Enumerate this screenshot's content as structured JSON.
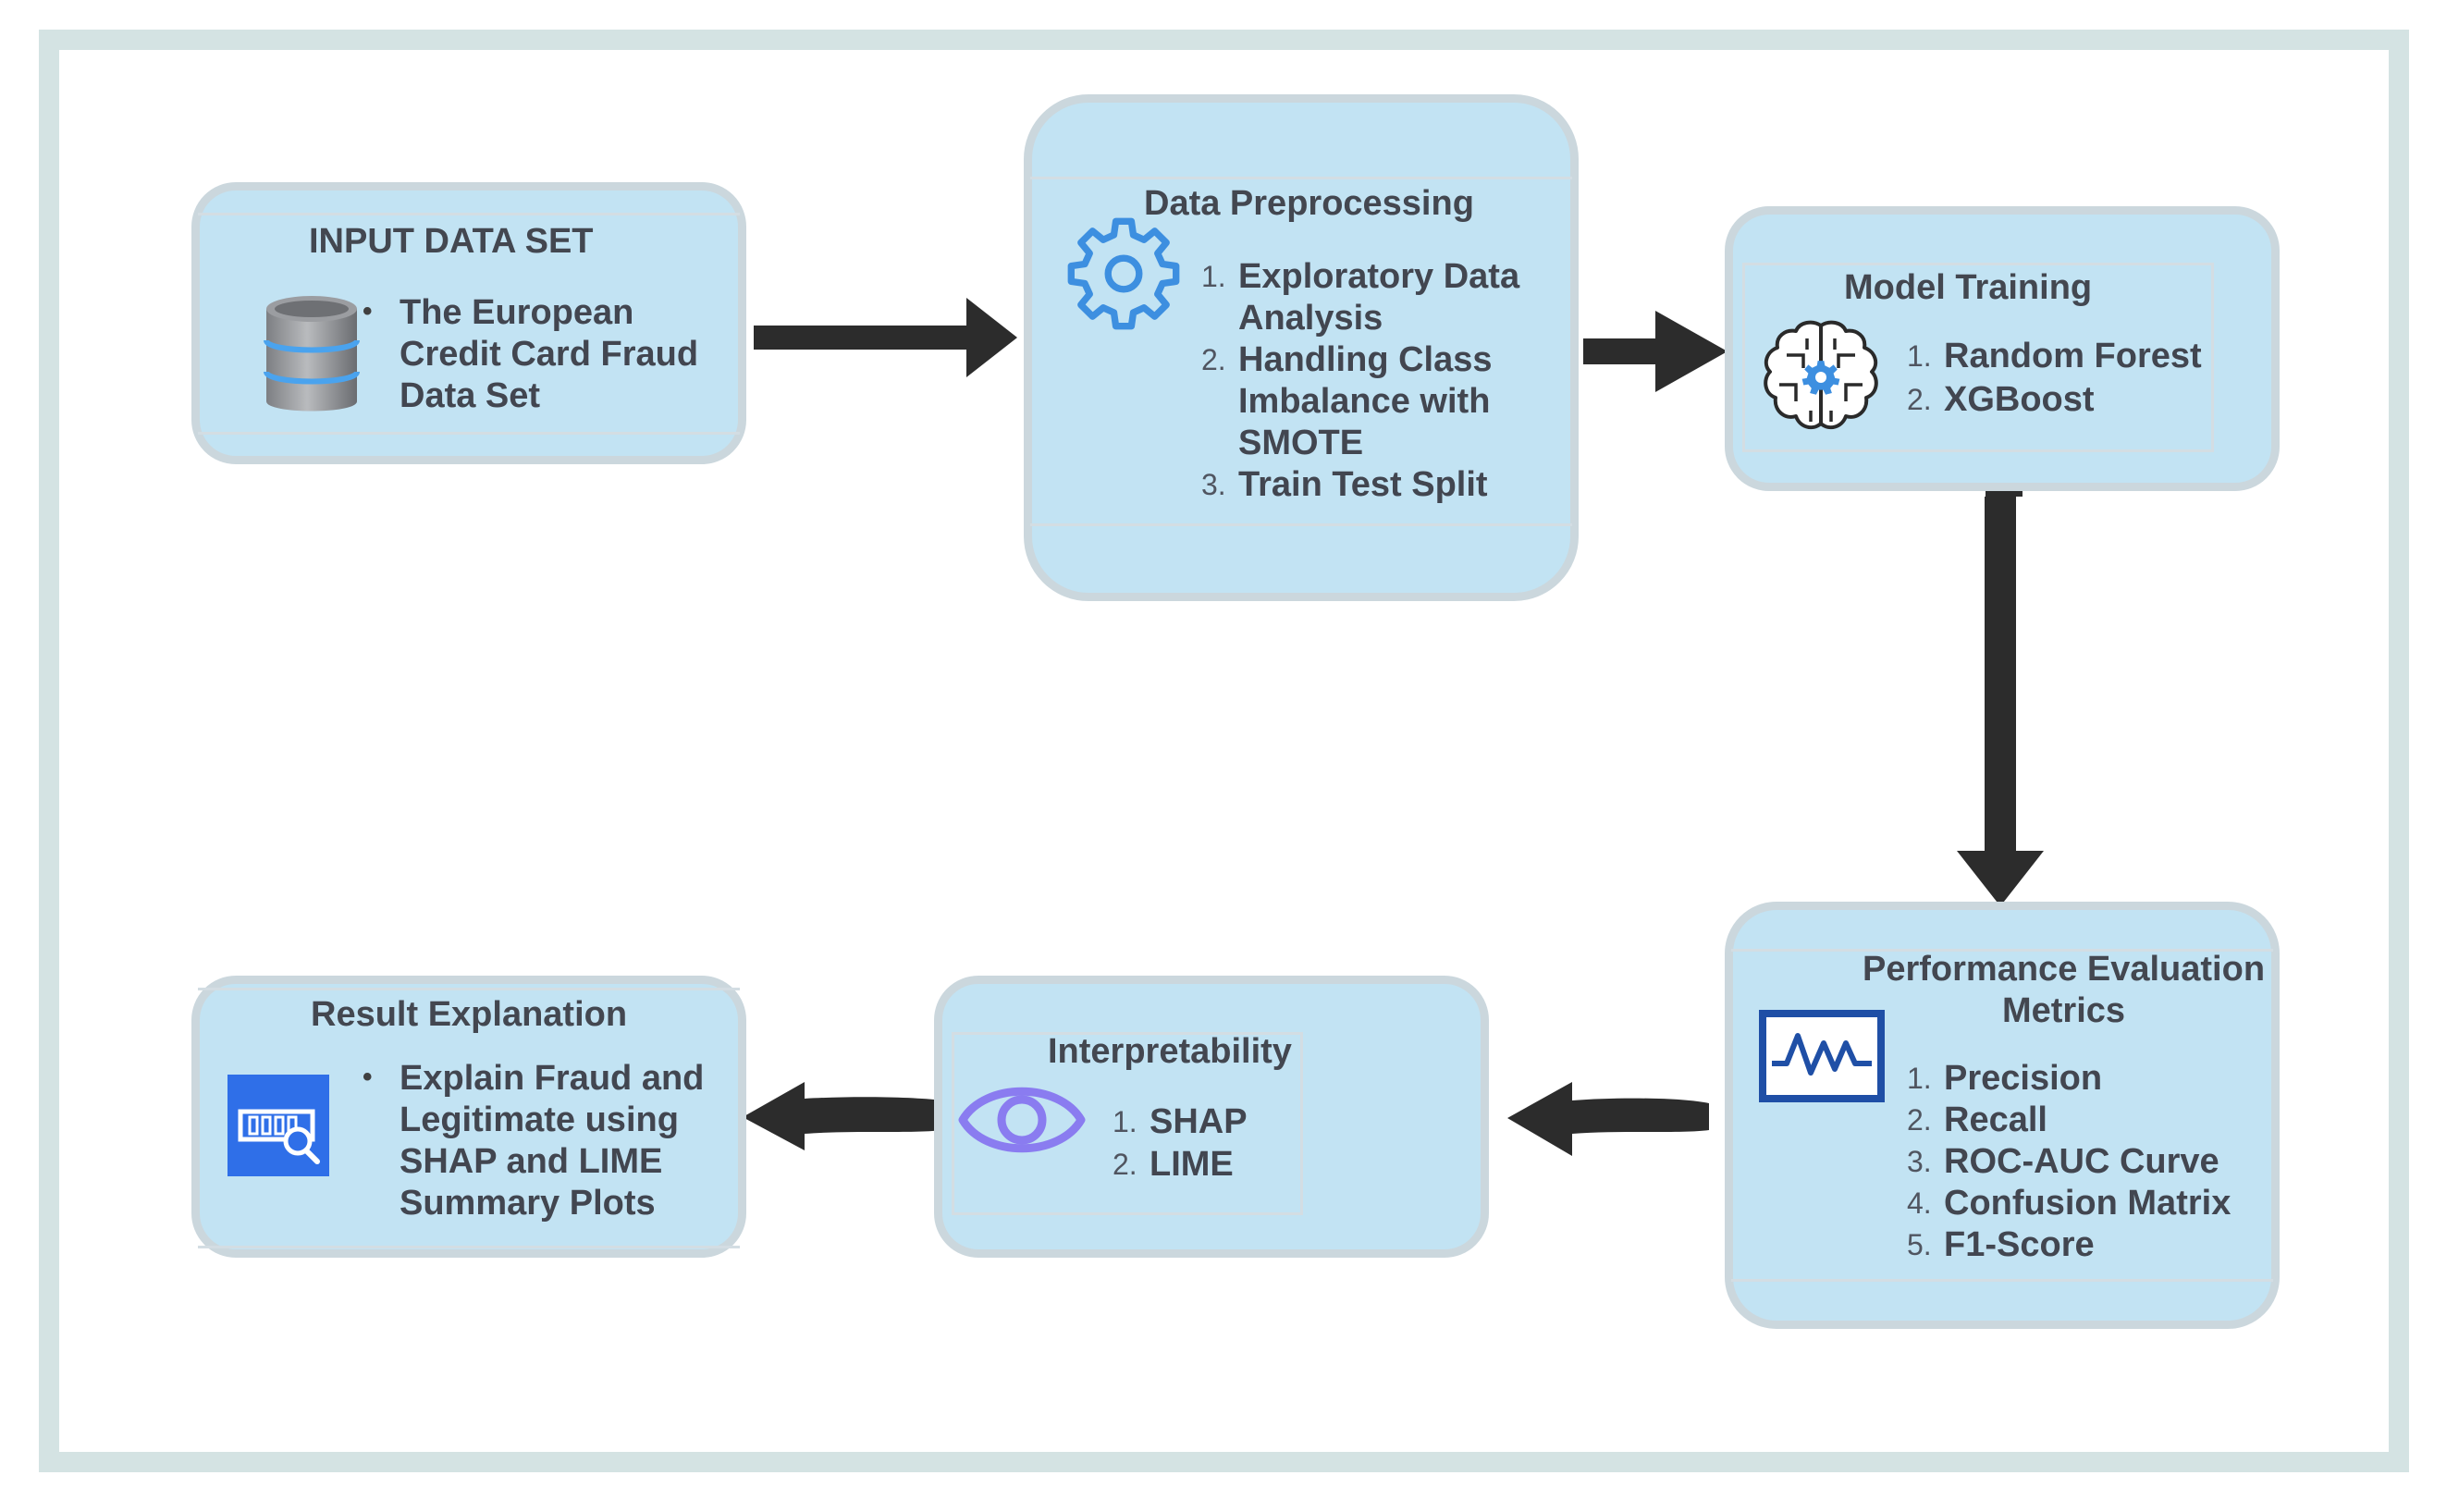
{
  "input": {
    "title": "INPUT DATA SET",
    "bullet_lines": [
      "The European",
      "Credit Card Fraud",
      "Data Set"
    ]
  },
  "preprocessing": {
    "title": "Data Preprocessing",
    "items": [
      {
        "num": "1.",
        "lines": [
          "Exploratory Data",
          "Analysis"
        ]
      },
      {
        "num": "2.",
        "lines": [
          "Handling Class",
          "Imbalance with",
          "SMOTE"
        ]
      },
      {
        "num": "3.",
        "lines": [
          "Train Test Split"
        ]
      }
    ]
  },
  "training": {
    "title": "Model Training",
    "items": [
      {
        "num": "1.",
        "text": "Random Forest"
      },
      {
        "num": "2.",
        "text": "XGBoost"
      }
    ]
  },
  "evaluation": {
    "title_lines": [
      "Performance Evaluation",
      "Metrics"
    ],
    "items": [
      {
        "num": "1.",
        "text": "Precision"
      },
      {
        "num": "2.",
        "text": "Recall"
      },
      {
        "num": "3.",
        "text": "ROC-AUC Curve"
      },
      {
        "num": "4.",
        "text": "Confusion Matrix"
      },
      {
        "num": "5.",
        "text": "F1-Score"
      }
    ]
  },
  "interpretability": {
    "title": "Interpretability",
    "items": [
      {
        "num": "1.",
        "text": "SHAP"
      },
      {
        "num": "2.",
        "text": "LIME"
      }
    ]
  },
  "result": {
    "title": "Result Explanation",
    "bullet_lines": [
      "Explain Fraud and",
      "Legitimate using",
      "SHAP and LIME",
      "Summary Plots"
    ]
  },
  "icons": {
    "input": "database-icon",
    "preprocessing": "gear-icon",
    "training": "brain-gear-icon",
    "evaluation": "monitor-chart-icon",
    "interpretability": "eye-icon",
    "result": "search-chart-icon"
  },
  "colors": {
    "box_fill": "#c2e3f3",
    "box_border": "#cbd7dd",
    "frame": "#d4e3e3",
    "arrow": "#2c2c2c",
    "gear": "#3d8fe0",
    "monitor": "#1f4fa6",
    "eye": "#8a7cf0",
    "search_tile": "#2f6fe8"
  }
}
